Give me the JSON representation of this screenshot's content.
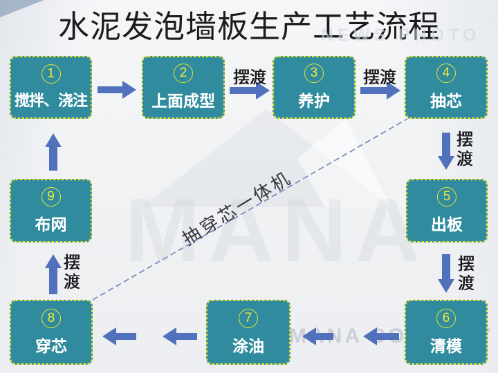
{
  "title": "水泥发泡墙板生产工艺流程",
  "watermarks": {
    "top_right": "NEWS PHOTO",
    "center_logo": "MANA",
    "bottom_right": "MANA COMPANY"
  },
  "diagonal_machine_label": "抽穿芯一体机",
  "steps": [
    {
      "number": "1",
      "label": "搅拌、浇注"
    },
    {
      "number": "2",
      "label": "上面成型"
    },
    {
      "number": "3",
      "label": "养护"
    },
    {
      "number": "4",
      "label": "抽芯"
    },
    {
      "number": "5",
      "label": "出板"
    },
    {
      "number": "6",
      "label": "清模"
    },
    {
      "number": "7",
      "label": "涂油"
    },
    {
      "number": "8",
      "label": "穿芯"
    },
    {
      "number": "9",
      "label": "布网"
    }
  ],
  "transfers": [
    {
      "from": "2",
      "to": "3",
      "label": "摆渡"
    },
    {
      "from": "3",
      "to": "4",
      "label": "摆渡"
    },
    {
      "from": "4",
      "to": "5",
      "label": "摆渡"
    },
    {
      "from": "5",
      "to": "6",
      "label": "摆渡"
    },
    {
      "from": "8",
      "to": "9",
      "label": "摆渡"
    }
  ],
  "colors": {
    "box_fill": "#2f8b9d",
    "box_border": "#dede2e",
    "number_accent": "#efe93a",
    "arrow": "#5171bc",
    "title_text": "#1c1c1e"
  }
}
